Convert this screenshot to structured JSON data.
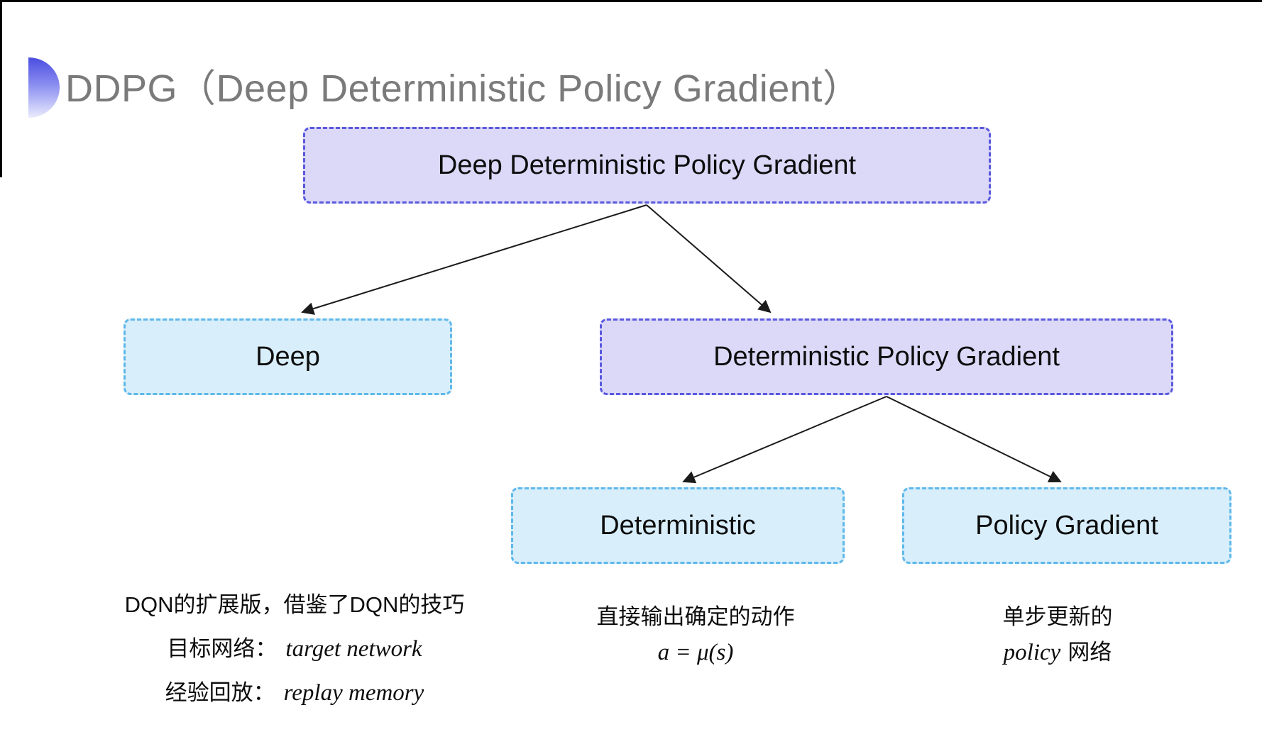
{
  "slide": {
    "title": "DDPG（Deep Deterministic Policy Gradient）"
  },
  "tree": {
    "root": {
      "label": "Deep Deterministic Policy Gradient"
    },
    "deep": {
      "label": "Deep"
    },
    "dpg": {
      "label": "Deterministic Policy Gradient"
    },
    "deterministic": {
      "label": "Deterministic"
    },
    "policy_gradient": {
      "label": "Policy Gradient"
    }
  },
  "notes": {
    "deep": {
      "line1": "DQN的扩展版，借鉴了DQN的技巧",
      "line2_label": "目标网络：",
      "line2_value": "target network",
      "line3_label": "经验回放：",
      "line3_value": "replay memory"
    },
    "deterministic": {
      "line1": "直接输出确定的动作",
      "line2": "a = μ(s)"
    },
    "policy_gradient": {
      "line1": "单步更新的",
      "line2_italic": "policy",
      "line2_rest": "网络"
    }
  },
  "colors": {
    "purple_fill": "#dcd8f8",
    "purple_border": "#5959de",
    "cyan_fill": "#d8eefb",
    "cyan_border": "#5eb8ea",
    "title_gray": "#7a7a7a",
    "accent_blue": "#4a4de0"
  }
}
